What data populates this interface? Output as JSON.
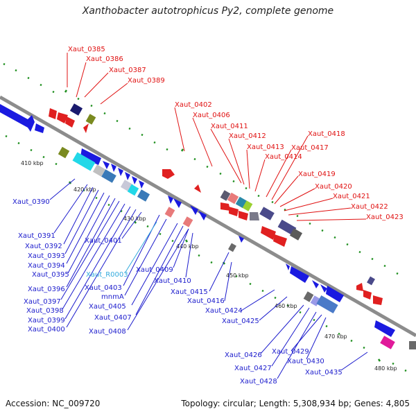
{
  "title": "Xanthobacter autotrophicus Py2, complete genome",
  "accession": "Accession: NC_009720",
  "topology": "Topology: circular; Length: 5,308,934 bp; Genes: 4,805",
  "colors": {
    "backbone": "#8c8c8c",
    "forward_label": "#e01010",
    "reverse_label": "#1a1acc",
    "rna_label": "#33aadd",
    "tick": "#1f8f1f"
  },
  "kbp_ticks": [
    "410 kbp",
    "420 kbp",
    "430 kbp",
    "440 kbp",
    "450 kbp",
    "460 kbp",
    "470 kbp",
    "480 kbp"
  ],
  "forward_labels": [
    "Xaut_0385",
    "Xaut_0386",
    "Xaut_0387",
    "Xaut_0389",
    "Xaut_0402",
    "Xaut_0406",
    "Xaut_0411",
    "Xaut_0412",
    "Xaut_0413",
    "Xaut_0414",
    "Xaut_0418",
    "Xaut_0417",
    "Xaut_0419",
    "Xaut_0420",
    "Xaut_0421",
    "Xaut_0422",
    "Xaut_0423"
  ],
  "reverse_labels": [
    "Xaut_0390",
    "Xaut_0391",
    "Xaut_0392",
    "Xaut_0393",
    "Xaut_0394",
    "Xaut_0395",
    "Xaut_0396",
    "Xaut_0397",
    "Xaut_0398",
    "Xaut_0399",
    "Xaut_0400",
    "Xaut_0401",
    "Xaut_R0003",
    "Xaut_0403",
    "mnmA",
    "Xaut_0405",
    "Xaut_0407",
    "Xaut_0408",
    "Xaut_0409",
    "Xaut_0410",
    "Xaut_0415",
    "Xaut_0416",
    "Xaut_0424",
    "Xaut_0425",
    "Xaut_0426",
    "Xaut_0427",
    "Xaut_0428",
    "Xaut_0429",
    "Xaut_0430",
    "Xaut_0435"
  ]
}
